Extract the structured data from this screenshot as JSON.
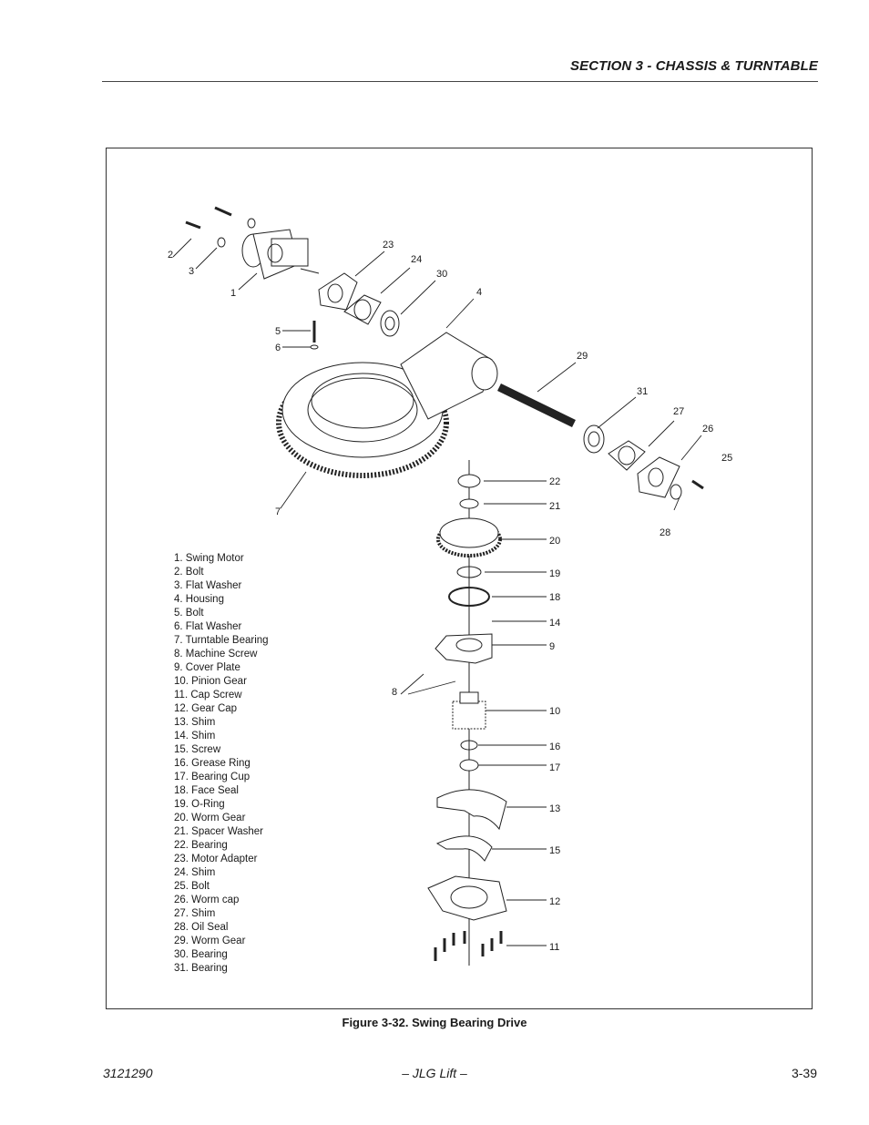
{
  "header": {
    "section_title": "SECTION 3 - CHASSIS & TURNTABLE"
  },
  "legend": [
    "1.   Swing Motor",
    "2.   Bolt",
    "3.   Flat Washer",
    "4.   Housing",
    "5.   Bolt",
    "6.   Flat Washer",
    "7.   Turntable Bearing",
    "8.   Machine Screw",
    "9.   Cover Plate",
    "10. Pinion Gear",
    "11. Cap Screw",
    "12. Gear Cap",
    "13. Shim",
    "14. Shim",
    "15. Screw",
    "16. Grease Ring",
    "17. Bearing Cup",
    "18. Face Seal",
    "19. O-Ring",
    "20. Worm Gear",
    "21. Spacer Washer",
    "22. Bearing",
    "23. Motor Adapter",
    "24. Shim",
    "25. Bolt",
    "26. Worm cap",
    "27. Shim",
    "28. Oil Seal",
    "29.  Worm Gear",
    "30. Bearing",
    "31. Bearing"
  ],
  "callouts": {
    "c1": "1",
    "c2": "2",
    "c3": "3",
    "c4": "4",
    "c5": "5",
    "c6": "6",
    "c7": "7",
    "c8": "8",
    "c9": "9",
    "c10": "10",
    "c11": "11",
    "c12": "12",
    "c13": "13",
    "c14": "14",
    "c15": "15",
    "c16": "16",
    "c17": "17",
    "c18": "18",
    "c19": "19",
    "c20": "20",
    "c21": "21",
    "c22": "22",
    "c23": "23",
    "c24": "24",
    "c25": "25",
    "c26": "26",
    "c27": "27",
    "c28": "28",
    "c29": "29",
    "c30": "30",
    "c31": "31"
  },
  "figure_caption": "Figure 3-32.  Swing Bearing Drive",
  "footer": {
    "doc_number": "3121290",
    "brand": "– JLG Lift –",
    "page_number": "3-39"
  }
}
